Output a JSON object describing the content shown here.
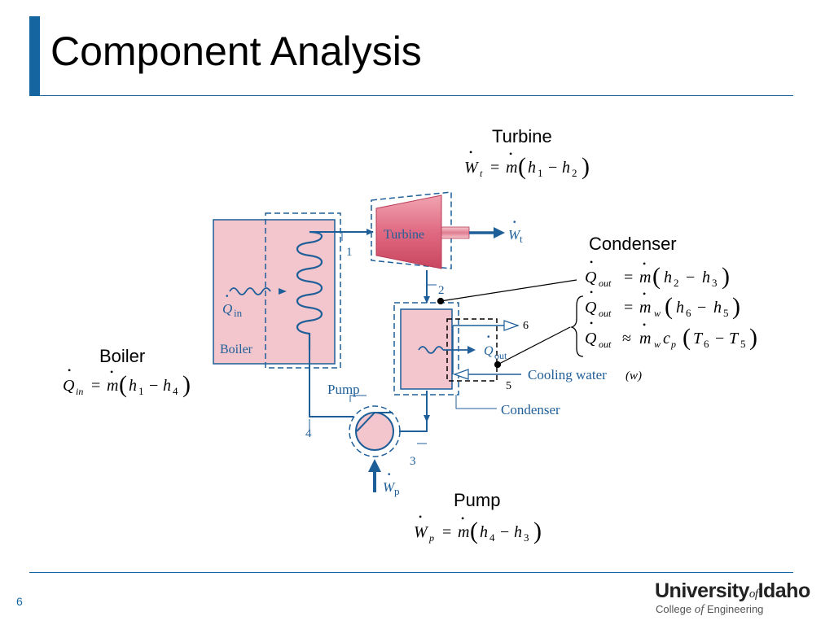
{
  "slide": {
    "title": "Component Analysis",
    "page_number": "6"
  },
  "logo": {
    "university": "University",
    "of": "of",
    "idaho": "Idaho",
    "college": "College",
    "engineering": "Engineering"
  },
  "labels": {
    "turbine": "Turbine",
    "condenser": "Condenser",
    "boiler": "Boiler",
    "pump": "Pump"
  },
  "equations": {
    "turbine": {
      "lhs": "W",
      "lhs_sub": "t",
      "h_a": "1",
      "h_b": "2"
    },
    "boiler": {
      "lhs": "Q",
      "lhs_sub": "in",
      "h_a": "1",
      "h_b": "4"
    },
    "pump": {
      "lhs": "W",
      "lhs_sub": "p",
      "h_a": "4",
      "h_b": "3"
    },
    "condenser_1": {
      "lhs": "Q",
      "lhs_sub": "out",
      "h_a": "2",
      "h_b": "3"
    },
    "condenser_2": {
      "lhs": "Q",
      "lhs_sub": "out",
      "m_sub": "w",
      "h_a": "6",
      "h_b": "5"
    },
    "condenser_3": {
      "lhs": "Q",
      "lhs_sub": "out",
      "m_sub": "w",
      "cp_sub": "p",
      "T_a": "6",
      "T_b": "5"
    },
    "symbols": {
      "m": "m",
      "h": "h",
      "T": "T",
      "c": "c",
      "eq": "=",
      "approx": "≈",
      "minus": "−"
    }
  },
  "diagram": {
    "turbine_box": "Turbine",
    "boiler_box": "Boiler",
    "pump_label": "Pump",
    "condenser_label": "Condenser",
    "cooling_water": "Cooling water",
    "cooling_water_tag": "(w)",
    "state_1": "1",
    "state_2": "2",
    "state_3": "3",
    "state_4": "4",
    "state_5": "5",
    "state_6": "6",
    "w_turbine": "W",
    "w_turbine_sub": "t",
    "w_pump": "W",
    "w_pump_sub": "p",
    "q_in": "Q",
    "q_in_sub": "in",
    "q_out": "Q",
    "q_out_sub": "out"
  },
  "colors": {
    "accent": "#1565a0",
    "pipe": "#1f5f99",
    "component_fill": "#f2c6cc",
    "turbine_fill": "#e27a8e"
  }
}
